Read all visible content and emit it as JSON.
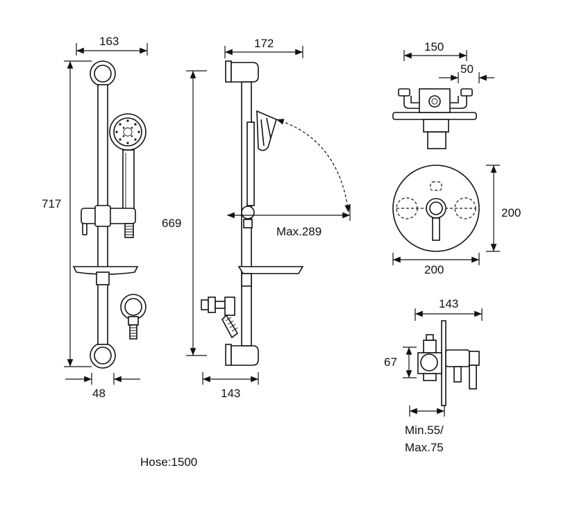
{
  "dimensions": {
    "front_width": "163",
    "front_height": "717",
    "front_bottom": "48",
    "side_width": "172",
    "side_height": "669",
    "side_bottom": "143",
    "side_reach": "Max.289",
    "valve_top_width": "150",
    "valve_top_offset": "50",
    "valve_face_height": "200",
    "valve_face_width": "200",
    "valve_side_width": "143",
    "valve_side_height": "67",
    "valve_depth_min": "Min.55/",
    "valve_depth_max": "Max.75"
  },
  "note": "Hose:1500"
}
